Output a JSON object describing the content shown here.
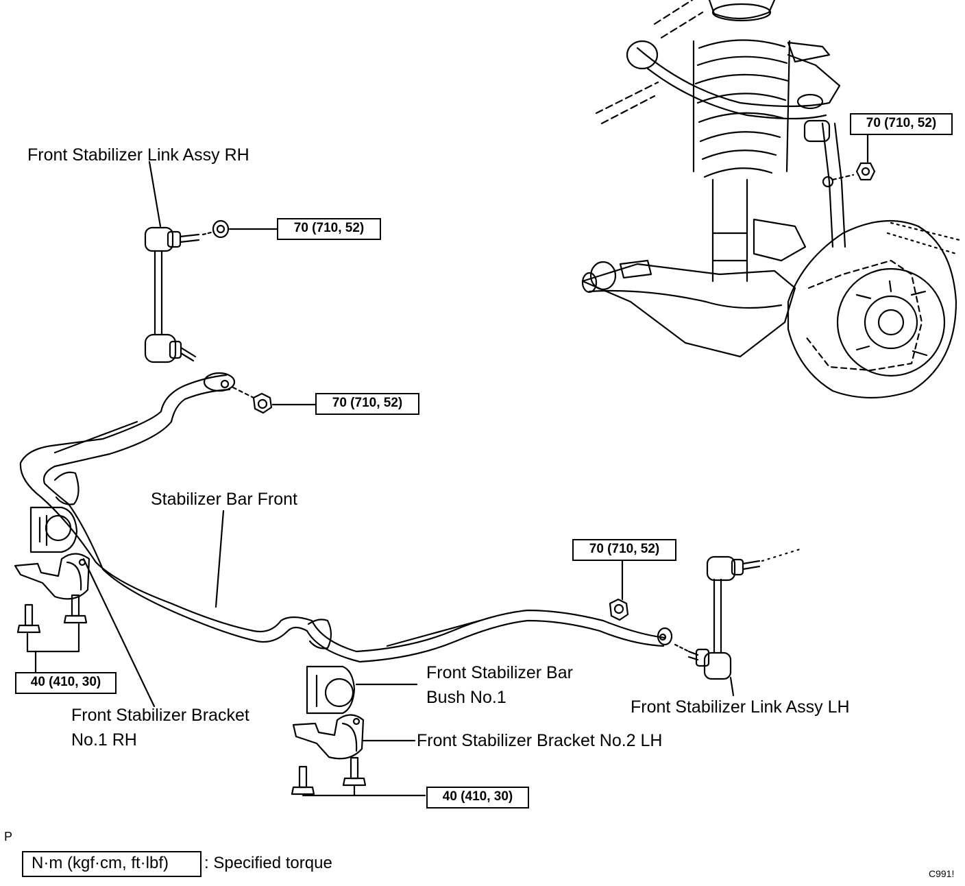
{
  "labels": {
    "link_rh": "Front Stabilizer Link Assy RH",
    "link_lh": "Front Stabilizer Link Assy LH",
    "bar_front": "Stabilizer Bar Front",
    "bush_line1": "Front Stabilizer Bar",
    "bush_line2": "Bush No.1",
    "bracket_rh_line1": "Front Stabilizer Bracket",
    "bracket_rh_line2": "No.1 RH",
    "bracket_lh": "Front Stabilizer Bracket No.2 LH"
  },
  "torque": {
    "link_rh_upper": "70 (710, 52)",
    "link_rh_lower": "70 (710, 52)",
    "link_lh": "70 (710, 52)",
    "suspension": "70 (710, 52)",
    "bracket_rh_bolts": "40 (410, 30)",
    "bracket_lh_bolts": "40 (410, 30)"
  },
  "legend": {
    "marker": "P",
    "unit_box": "N·m (kgf·cm, ft·lbf)",
    "meaning": ": Specified torque"
  },
  "figure_code": "C991!"
}
